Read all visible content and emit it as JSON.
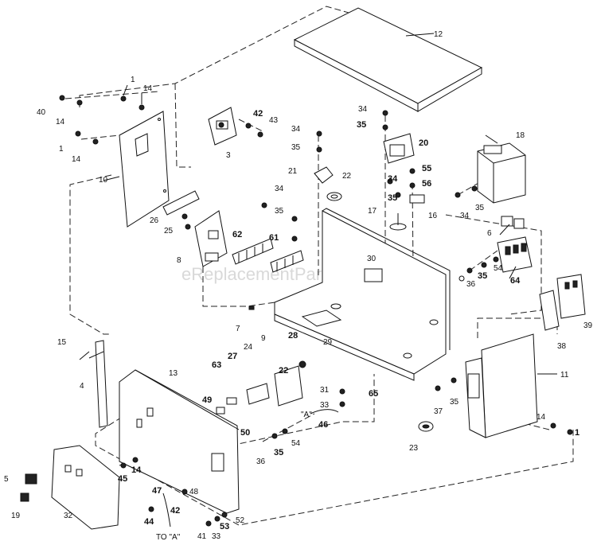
{
  "watermark": "eReplacementParts.com",
  "callouts": {
    "c1a": "1",
    "c14a": "14",
    "c40": "40",
    "c14b": "14",
    "c1b": "1",
    "c14c": "14",
    "c10": "10",
    "c12": "12",
    "c42a": "42",
    "c43": "43",
    "c3": "3",
    "c34a": "34",
    "c35a": "35",
    "c34b": "34",
    "c35b": "35",
    "c20": "20",
    "c18": "18",
    "c21": "21",
    "c22a": "22",
    "c55": "55",
    "c34c": "34",
    "c56": "56",
    "c35c": "35",
    "c16": "16",
    "c17": "17",
    "c34d": "34",
    "c35d": "35",
    "c26": "26",
    "c25": "25",
    "c62": "62",
    "c61": "61",
    "c8": "8",
    "c34e": "34",
    "c35e": "35",
    "c6": "6",
    "c36a": "36",
    "c35f": "35",
    "c54a": "54",
    "c64": "64",
    "c30": "30",
    "c7": "7",
    "c9": "9",
    "c28": "28",
    "c29": "29",
    "c39": "39",
    "c38": "38",
    "c15": "15",
    "c4": "4",
    "c13": "13",
    "c22b": "22",
    "c24": "24",
    "c27": "27",
    "c63": "63",
    "c49": "49",
    "c50": "50",
    "c31": "31",
    "c65": "65",
    "c33a": "33",
    "cA": "\"A\"",
    "c46": "46",
    "c37": "37",
    "c35g": "35",
    "c11": "11",
    "c23": "23",
    "c14d": "14",
    "c1c": "1",
    "c36b": "36",
    "c35h": "35",
    "c54b": "54",
    "c5": "5",
    "c45": "45",
    "c14e": "14",
    "c19": "19",
    "c32": "32",
    "c47": "47",
    "c42b": "42",
    "c48": "48",
    "c44": "44",
    "c52": "52",
    "c53": "53",
    "c41": "41",
    "c33b": "33",
    "ctoa": "TO \"A\""
  }
}
